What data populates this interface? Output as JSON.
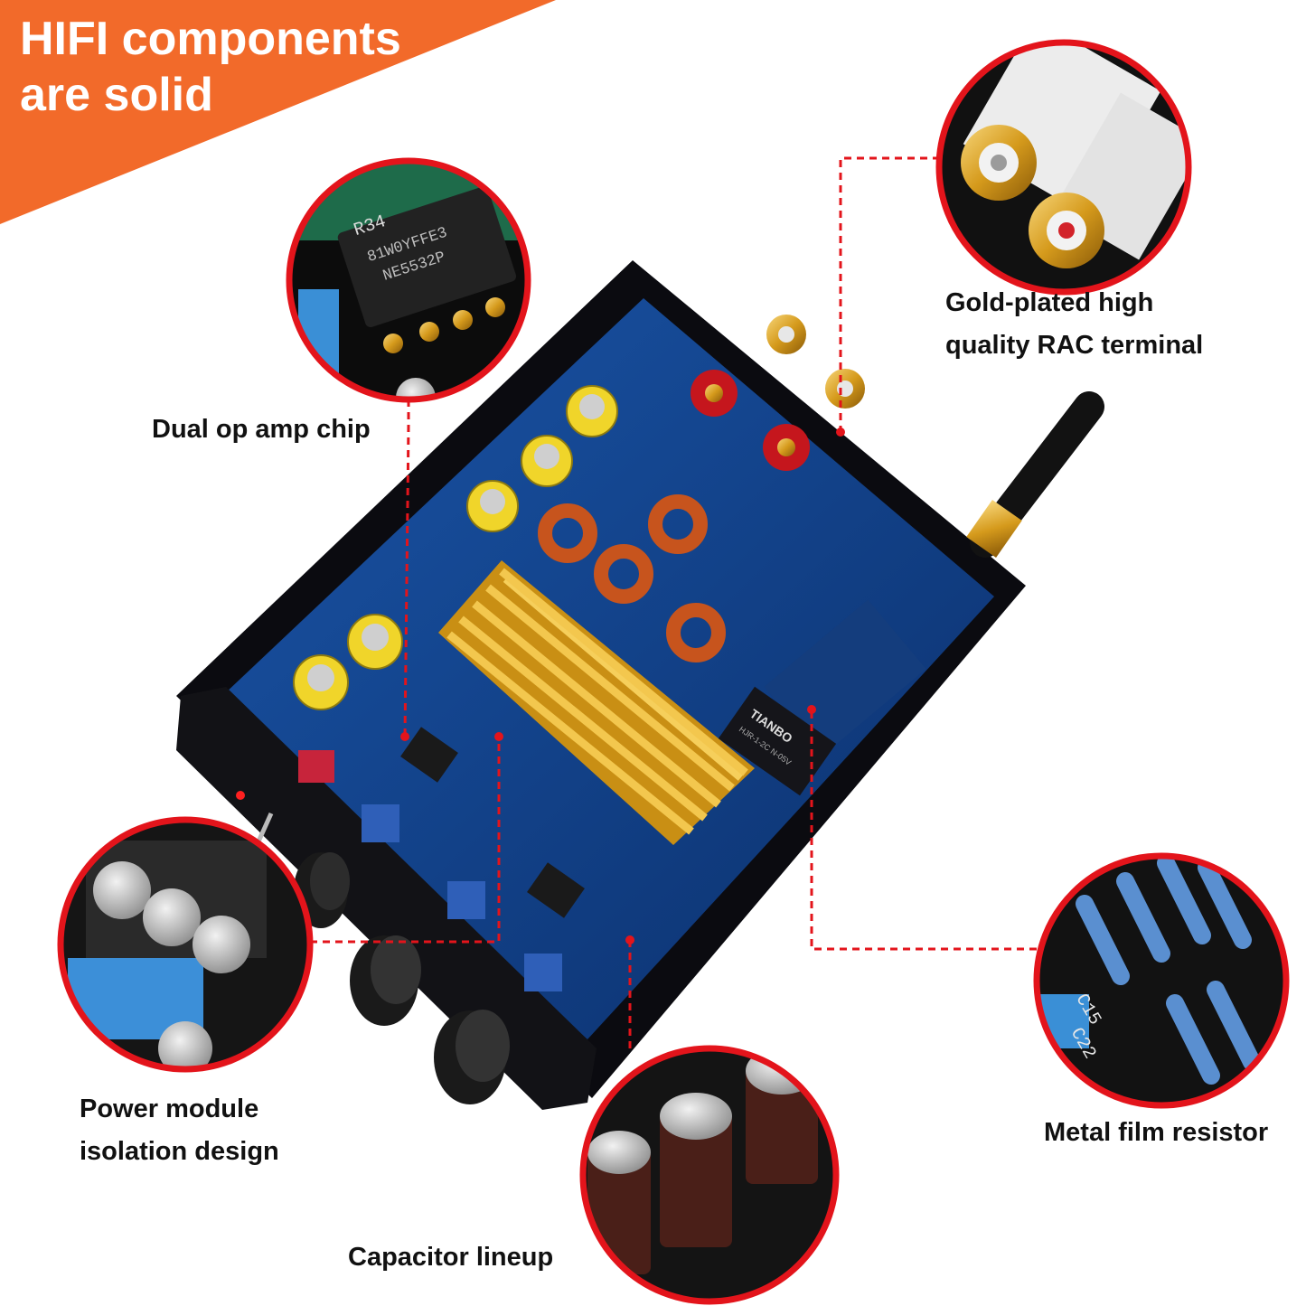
{
  "banner": {
    "line1": "HIFI components",
    "line2": "are solid",
    "color": "#f26a2a"
  },
  "callouts": [
    {
      "id": "opamp",
      "caption": "Dual op amp chip",
      "chip_marking_1": "81W0YFFE3",
      "chip_marking_2": "NE5532P",
      "board_label": "R34"
    },
    {
      "id": "rca",
      "caption_line1": "Gold-plated high",
      "caption_line2": "quality RAC terminal"
    },
    {
      "id": "power",
      "caption_line1": "Power module",
      "caption_line2": "isolation design"
    },
    {
      "id": "caps",
      "caption": "Capacitor lineup"
    },
    {
      "id": "resistor",
      "caption": "Metal film resistor",
      "board_label_1": "C15",
      "board_label_2": "C22"
    }
  ],
  "board": {
    "relay_brand": "TIANBO",
    "relay_model": "HJR-1-2C N-05V"
  },
  "colors": {
    "ring": "#e3141b",
    "leader": "#e3141b",
    "pcb": "#0f3f86",
    "case": "#0b0b10",
    "heatsink": "#e2ad2b"
  }
}
